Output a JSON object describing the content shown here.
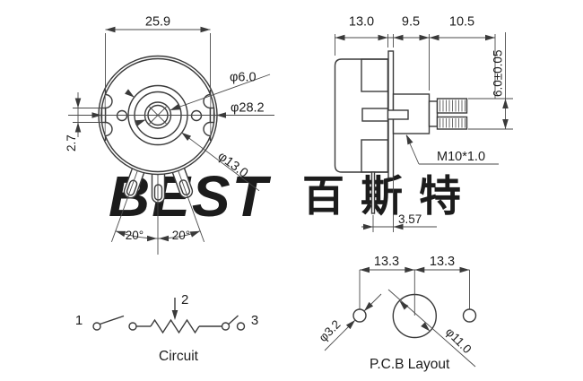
{
  "colors": {
    "line": "#3a3a3a",
    "text": "#1c1c1c",
    "watermark_blue": "#b7d9f3"
  },
  "watermark": {
    "logo": "BEST",
    "brand_cjk": "百斯特"
  },
  "front_view": {
    "width_across_flats": "25.9",
    "shaft_dia": "φ6.0",
    "body_dia": "φ28.2",
    "boss_dia": "φ13.0",
    "tab_height": "2.7",
    "angle_left": "20°",
    "angle_right": "20°"
  },
  "side_view": {
    "body_depth": "13.0",
    "bushing_length": "9.5",
    "shaft_length": "10.5",
    "shaft_dia_tol": "6.0±0.05",
    "thread_spec": "M10*1.0",
    "pin_offset": "3.57"
  },
  "circuit": {
    "terminal_1": "1",
    "terminal_2": "2",
    "terminal_3": "3",
    "caption": "Circuit"
  },
  "pcb": {
    "pitch_left": "13.3",
    "pitch_right": "13.3",
    "hole_dia": "φ3.2",
    "center_hole_dia": "φ11.0",
    "caption": "P.C.B Layout"
  }
}
